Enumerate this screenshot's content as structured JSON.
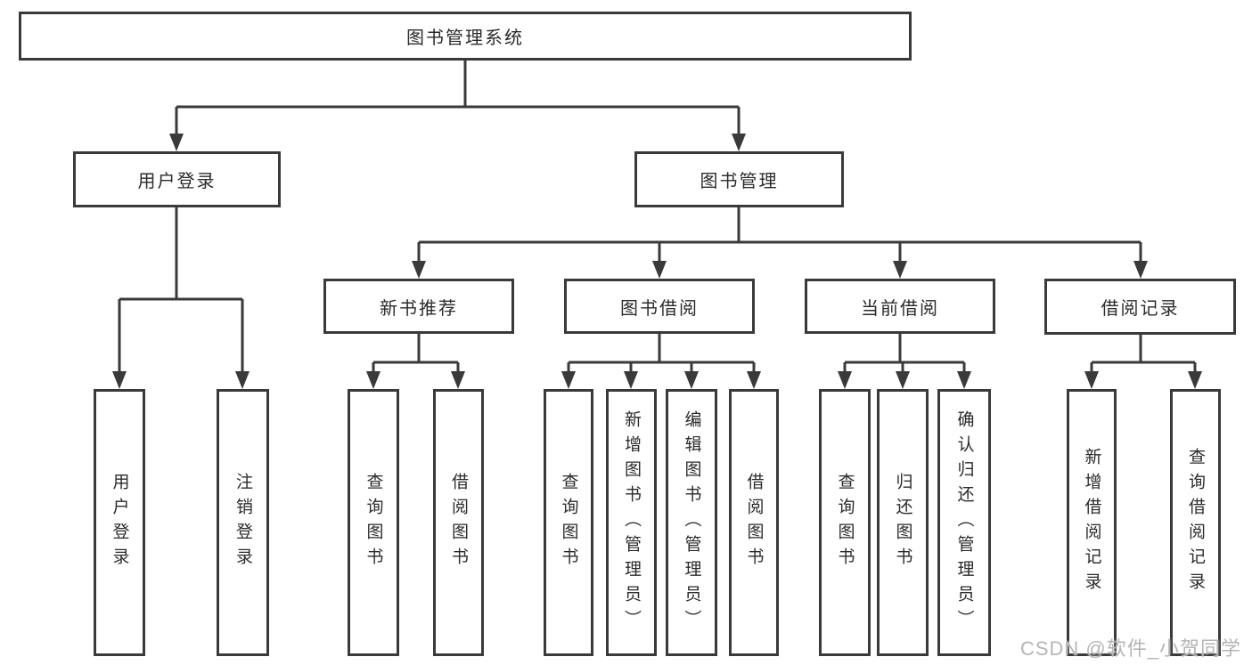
{
  "colors": {
    "line": "#3a3a3a",
    "box_border": "#3a3a3a",
    "box_background": "#ffffff",
    "text": "#2b2b2b",
    "watermark_text_color": "#b5b5b5"
  },
  "watermark": {
    "text": "CSDN @软件_小贺同学"
  },
  "tree": {
    "root": {
      "label": "图书管理系统"
    },
    "branches": [
      {
        "label": "用户登录",
        "children": [
          "用户登录",
          "注销登录"
        ]
      },
      {
        "label": "图书管理",
        "children": [
          {
            "label": "新书推荐",
            "children": [
              "查询图书",
              "借阅图书"
            ]
          },
          {
            "label": "图书借阅",
            "children": [
              "查询图书",
              "新增图书（管理员）",
              "编辑图书（管理员）",
              "借阅图书"
            ]
          },
          {
            "label": "当前借阅",
            "children": [
              "查询图书",
              "归还图书",
              "确认归还（管理员）"
            ]
          },
          {
            "label": "借阅记录",
            "children": [
              "新增借阅记录",
              "查询借阅记录"
            ]
          }
        ]
      }
    ]
  }
}
